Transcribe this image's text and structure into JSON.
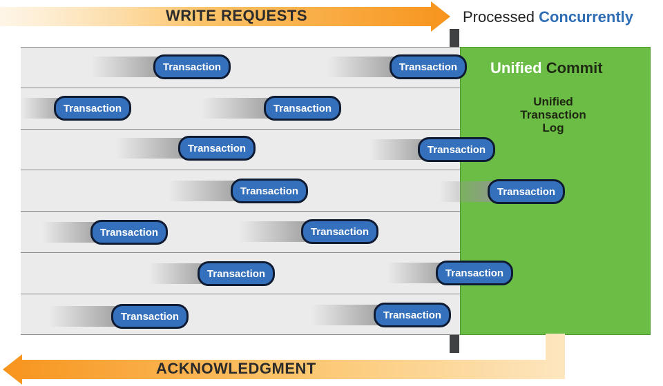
{
  "header": {
    "write_requests": "WRITE REQUESTS",
    "processed_prefix": "Processed",
    "processed_highlight": "Concurrently"
  },
  "commit": {
    "title_part1": "Unified",
    "title_part2": "Commit",
    "log_line1": "Unified",
    "log_line2": "Transaction",
    "log_line3": "Log"
  },
  "footer": {
    "acknowledgment": "ACKNOWLEDGMENT"
  },
  "transaction_label": "Transaction",
  "lane_count": 7,
  "colors": {
    "arrow_orange": "#f7a21b",
    "commit_green": "#6cbd45",
    "pill_blue": "#3470bb",
    "concurrently_blue": "#2f6db5"
  }
}
